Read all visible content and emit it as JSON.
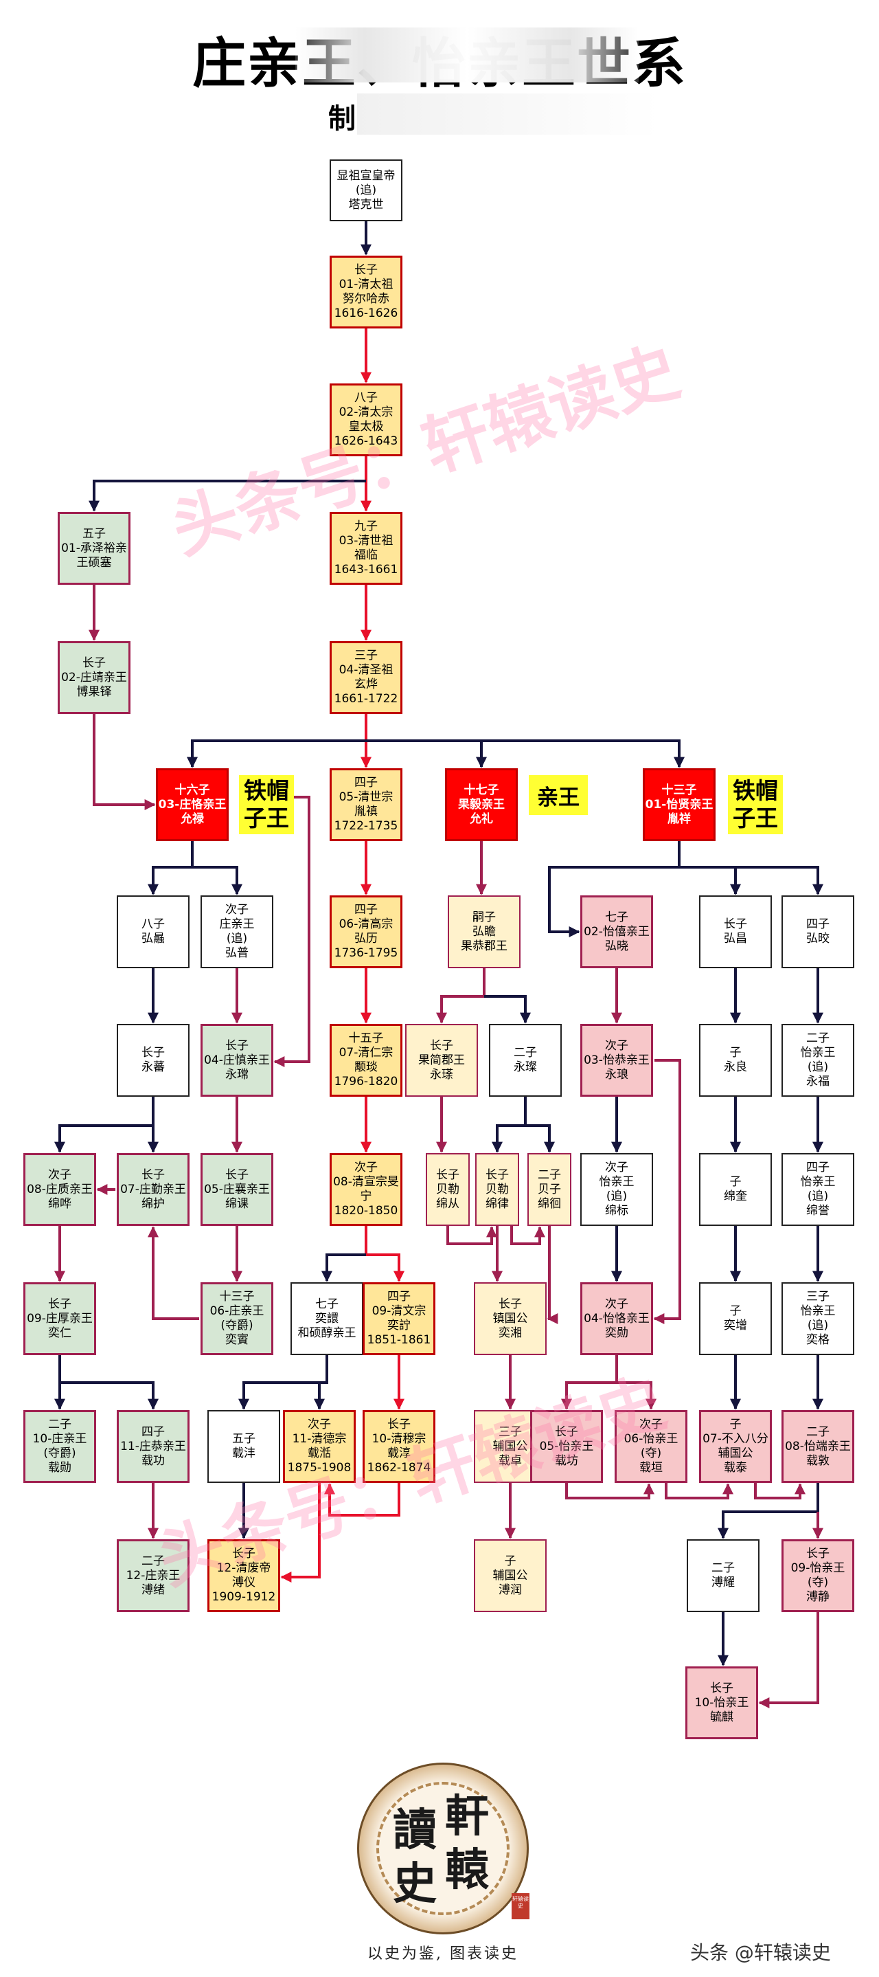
{
  "title": "庄亲王、怡亲王世系",
  "subtitle": "制",
  "tags": {
    "tieshi_1": "铁帽\n子王",
    "qinwang": "亲王",
    "tieshi_2": "铁帽\n子王"
  },
  "watermark": "头条号：轩辕读史",
  "seal": {
    "c1": "讀",
    "c2": "軒",
    "c3": "史",
    "c4": "轅",
    "stamp": "轩辕读史"
  },
  "slogan": "以史为鉴, 图表读史",
  "credit": "头条 @轩辕读史",
  "nodes": {
    "taksi": "显祖宣皇帝\n(追)\n塔克世",
    "nurhaci": "长子\n01-清太祖\n努尔哈赤\n1616-1626",
    "hongtaiji": "八子\n02-清太宗\n皇太极\n1626-1643",
    "shunzhi": "九子\n03-清世祖\n福临\n1643-1661",
    "kangxi": "三子\n04-清圣祖\n玄烨\n1661-1722",
    "yongzheng": "四子\n05-清世宗\n胤禛\n1722-1735",
    "qianlong": "四子\n06-清高宗\n弘历\n1736-1795",
    "jiaqing": "十五子\n07-清仁宗\n颙琰\n1796-1820",
    "daoguang": "次子\n08-清宣宗旻\n宁\n1820-1850",
    "yixuan": "七子\n奕譞\n和硕醇亲王",
    "xianfeng": "四子\n09-清文宗\n奕詝\n1851-1861",
    "zaifeng": "五子\n载沣",
    "guangxu": "次子\n11-清德宗\n载湉\n1875-1908",
    "tongzhi": "长子\n10-清穆宗\n载淳\n1862-1874",
    "puyi": "长子\n12-清废帝\n溥仪\n1909-1912",
    "shuose": "五子\n01-承泽裕亲\n王硕塞",
    "boguoduo": "长子\n02-庄靖亲王\n博果铎",
    "yunlu": "十六子\n03-庄恪亲王\n允禄",
    "hongchan": "八子\n弘曧",
    "hongpu": "次子\n庄亲王\n(追)\n弘普",
    "yongfan": "长子\n永蕃",
    "yongchang": "长子\n04-庄慎亲王\n永瑺",
    "mianhua": "次子\n08-庄质亲王\n绵哗",
    "mianhu": "长子\n07-庄勤亲王\n绵护",
    "miankui": "长子\n05-庄襄亲王\n绵课",
    "yiren": "长子\n09-庄厚亲王\n奕仁",
    "yishi": "十三子\n06-庄亲王\n(夺爵)\n奕賨",
    "zaixun": "二子\n10-庄亲王\n(夺爵)\n载勋",
    "zaigong": "四子\n11-庄恭亲王\n载功",
    "puxu": "二子\n12-庄亲王\n溥绪",
    "yunli": "十七子\n果毅亲王\n允礼",
    "hongzhan": "嗣子\n弘瞻\n果恭郡王",
    "yongxun": "长子\n果简郡王\n永瑹",
    "yongcan": "二子\n永璨",
    "miancong": "长子\n贝勒\n绵从",
    "mianlv": "长子\n贝勒\n绵律",
    "mianjiong": "二子\n贝子\n绵徊",
    "yixiang": "长子\n镇国公\n奕湘",
    "zaizhuo": "三子\n辅国公\n载卓",
    "purun": "子\n辅国公\n溥润",
    "yunxiang": "十三子\n01-怡贤亲王\n胤祥",
    "hongxiao": "七子\n02-怡僖亲王\n弘晓",
    "hongchang": "长子\n弘昌",
    "hongjiao": "四子\n弘晈",
    "yonglang": "次子\n03-怡恭亲王\n永琅",
    "yongliang": "子\n永良",
    "yongfu": "二子\n怡亲王\n(追)\n永福",
    "mianbiao": "次子\n怡亲王\n(追)\n绵标",
    "mianhan": "子\n绵奎",
    "mianyu": "四子\n怡亲王\n(追)\n绵誉",
    "yixun": "次子\n04-怡恪亲王\n奕勋",
    "yizeng": "子\n奕增",
    "yige": "三子\n怡亲王\n(追)\n奕格",
    "zaifang": "长子\n05-怡亲王\n载坊",
    "zaiyuan": "次子\n06-怡亲王\n(夺)\n载垣",
    "zaitai": "子\n07-不入八分\n辅国公\n载泰",
    "zaidun": "二子\n08-怡端亲王\n载敦",
    "puyao": "二子\n溥耀",
    "pujing": "长子\n09-怡亲王\n(夺)\n溥静",
    "yuqi": "长子\n10-怡亲王\n毓麒"
  },
  "colors": {
    "emperor_line": "#e8102a",
    "descent_line": "#14143c",
    "adoption_line": "#a02050",
    "emperor_fill": "#ffe699",
    "zhuang_fill": "#d6e7d4",
    "yi_fill": "#f7c7c9",
    "founder_fill": "#ff0000",
    "tag_fill": "#ffff33"
  }
}
